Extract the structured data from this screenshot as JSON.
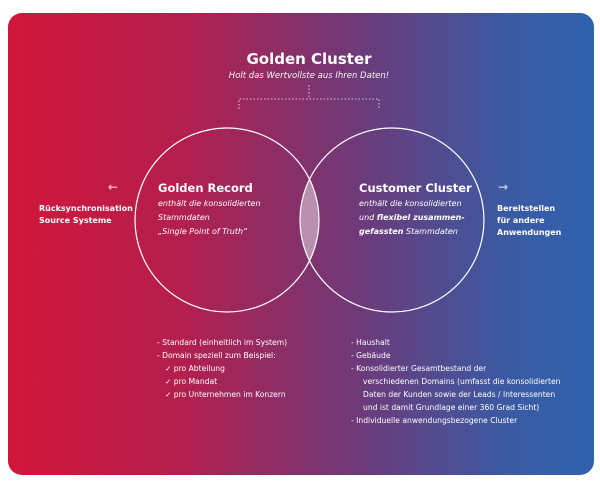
{
  "title": "Golden Cluster",
  "subtitle": "Holt das Wertvollste aus Ihren Daten!",
  "left_circle": {
    "heading": "Golden Record",
    "lines": [
      "enthält die konsolidierten",
      "Stammdaten",
      "„Single Point of Truth“"
    ]
  },
  "right_circle": {
    "heading": "Customer Cluster",
    "line1": "enthält die konsolidierten",
    "line2_pre": "und ",
    "line2_bold": "flexibel zusammen-",
    "line3_bold": "gefassten",
    "line3_post": " Stammdaten"
  },
  "left_side": {
    "arrow": "←",
    "lines": [
      "Rücksynchronisation",
      "Source Systeme"
    ]
  },
  "right_side": {
    "arrow": "→",
    "lines": [
      "Bereitstellen",
      "für andere",
      "Anwendungen"
    ]
  },
  "left_list": [
    "- Standard (einheitlich im System)",
    "- Domain speziell zum Beispiel:",
    "✓ pro Abteilung",
    "✓ pro Mandat",
    "✓ pro Unternehmen im Konzern"
  ],
  "right_list": [
    "- Haushalt",
    "- Gebäude",
    "- Konsolidierter Gesamtbestand der",
    "verschiedenen Domains (umfasst die konsolidierten",
    "Daten der Kunden sowie der Leads / Interessenten",
    "und ist damit Grundlage einer 360 Grad Sicht)",
    "- Individuelle anwendungsbezogene Cluster"
  ],
  "colors": {
    "gradient_left": "#d2163a",
    "gradient_right": "#2f62ad",
    "text": "#ffffff"
  }
}
